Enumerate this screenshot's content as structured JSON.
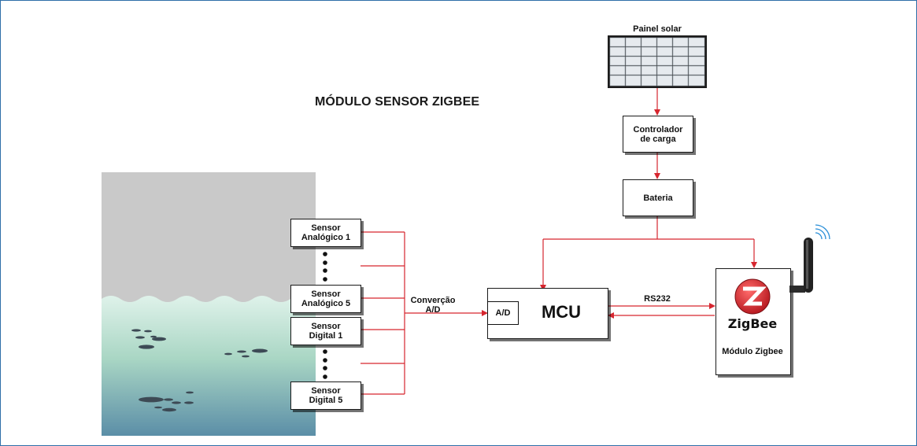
{
  "diagram": {
    "title": "MÓDULO SENSOR ZIGBEE",
    "solar_panel_label": "Painel solar",
    "charge_controller": "Controlador\nde carga",
    "battery": "Bateria",
    "sensors": {
      "analog_1": "Sensor\nAnalógico 1",
      "analog_5": "Sensor\nAnalógico 5",
      "digital_1": "Sensor\nDigital 1",
      "digital_5": "Sensor\nDigital 5"
    },
    "conversion_label": "Converção\nA/D",
    "adc_label": "A/D",
    "mcu_label": "MCU",
    "link_label": "RS232",
    "zigbee_logo_text": "ZigBee",
    "zigbee_module_label": "Módulo Zigbee"
  },
  "colors": {
    "connector": "#d6262f",
    "frame": "#2f6fa8",
    "sky": "#c8c8c8",
    "water_top": "#d4ede3",
    "water_bottom": "#5e90a8",
    "zigbee_red": "#d8232a"
  }
}
